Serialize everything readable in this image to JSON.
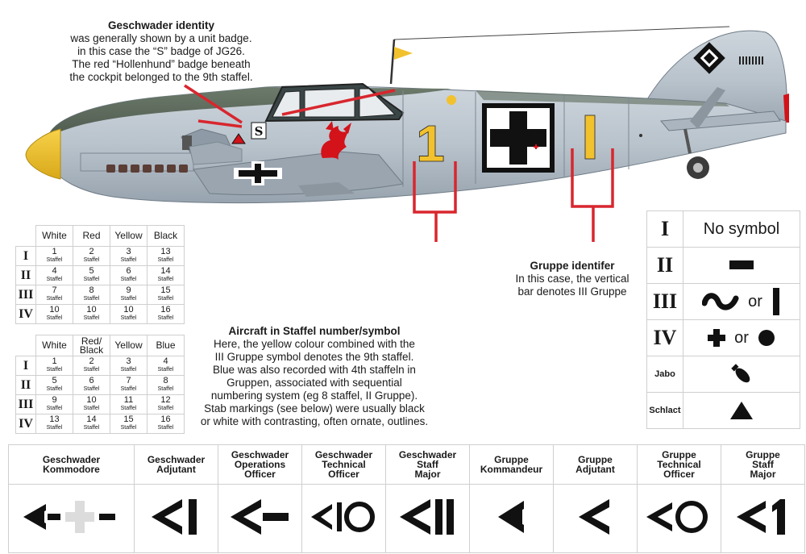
{
  "callouts": {
    "geschwader": {
      "heading": "Geschwader identity",
      "lines": [
        "was generally shown by a unit badge.",
        "in this case the “S” badge of JG26.",
        "The red “Hollenhund” badge beneath",
        "the cockpit belonged to the 9th staffel."
      ]
    },
    "gruppe": {
      "heading": "Gruppe identifer",
      "lines": [
        "In this case, the vertical",
        "bar denotes III Gruppe"
      ]
    },
    "staffel": {
      "heading": "Aircraft in Staffel number/symbol",
      "lines": [
        "Here, the yellow colour combined with the",
        "III Gruppe symbol denotes the 9th staffel.",
        "Blue was also recorded with 4th staffeln in",
        "Gruppen, associated with sequential",
        "numbering system (eg 8 staffel, II Gruppe).",
        "Stab markings (see below) were usually black",
        "or white with contrasting, often ornate, outlines."
      ]
    }
  },
  "aircraft": {
    "fuselage_number": "1",
    "badge_letter": "S",
    "colors": {
      "body": "#b7c1ca",
      "upper": "#5d6b5e",
      "spinner": "#f2c12e",
      "yellow": "#f2c12e",
      "red_badge": "#d3121a",
      "callout_line": "#d8262e"
    }
  },
  "staffel_table_1": {
    "headers": [
      "White",
      "Red",
      "Yellow",
      "Black"
    ],
    "word": "Staffel",
    "rows": [
      {
        "group": "I",
        "values": [
          "1",
          "2",
          "3",
          "13"
        ]
      },
      {
        "group": "II",
        "values": [
          "4",
          "5",
          "6",
          "14"
        ]
      },
      {
        "group": "III",
        "values": [
          "7",
          "8",
          "9",
          "15"
        ]
      },
      {
        "group": "IV",
        "values": [
          "10",
          "10",
          "10",
          "16"
        ]
      }
    ]
  },
  "staffel_table_2": {
    "headers": [
      "White",
      "Red/ Black",
      "Yellow",
      "Blue"
    ],
    "word": "Staffel",
    "rows": [
      {
        "group": "I",
        "values": [
          "1",
          "2",
          "3",
          "4"
        ]
      },
      {
        "group": "II",
        "values": [
          "5",
          "6",
          "7",
          "8"
        ]
      },
      {
        "group": "III",
        "values": [
          "9",
          "10",
          "11",
          "12"
        ]
      },
      {
        "group": "IV",
        "values": [
          "13",
          "14",
          "15",
          "16"
        ]
      }
    ]
  },
  "gruppe_symbols": {
    "rows": [
      {
        "label": "I",
        "text": "No symbol"
      },
      {
        "label": "II",
        "symbol": "bar-icon"
      },
      {
        "label": "III",
        "symbol": "wave-icon",
        "or": "or",
        "alt": "vertical-bar-icon"
      },
      {
        "label": "IV",
        "symbol": "cross-icon",
        "or": "or",
        "alt": "dot-icon"
      },
      {
        "label": "Jabo",
        "symbol": "bomb-icon"
      },
      {
        "label": "Schlact",
        "symbol": "triangle-icon"
      }
    ]
  },
  "stab_markings": [
    {
      "label": "Geschwader Kommodore",
      "symbol": "kommodore-chevron-icon"
    },
    {
      "label": "Geschwader Adjutant",
      "symbol": "adjutant-chevron-bar-icon"
    },
    {
      "label": "Geschwader Operations Officer",
      "symbol": "operations-chevron-dash-icon"
    },
    {
      "label": "Geschwader Technical Officer",
      "symbol": "technical-chevron-bar-ring-icon"
    },
    {
      "label": "Geschwader Staff Major",
      "symbol": "staff-major-chevron-double-bar-icon"
    },
    {
      "label": "Gruppe Kommandeur",
      "symbol": "kommandeur-double-chevron-icon"
    },
    {
      "label": "Gruppe Adjutant",
      "symbol": "gruppe-adjutant-chevron-icon"
    },
    {
      "label": "Gruppe Technical Officer",
      "symbol": "gruppe-technical-chevron-ring-icon"
    },
    {
      "label": "Gruppe Staff Major",
      "symbol": "gruppe-staff-major-chevron-one-icon"
    }
  ]
}
